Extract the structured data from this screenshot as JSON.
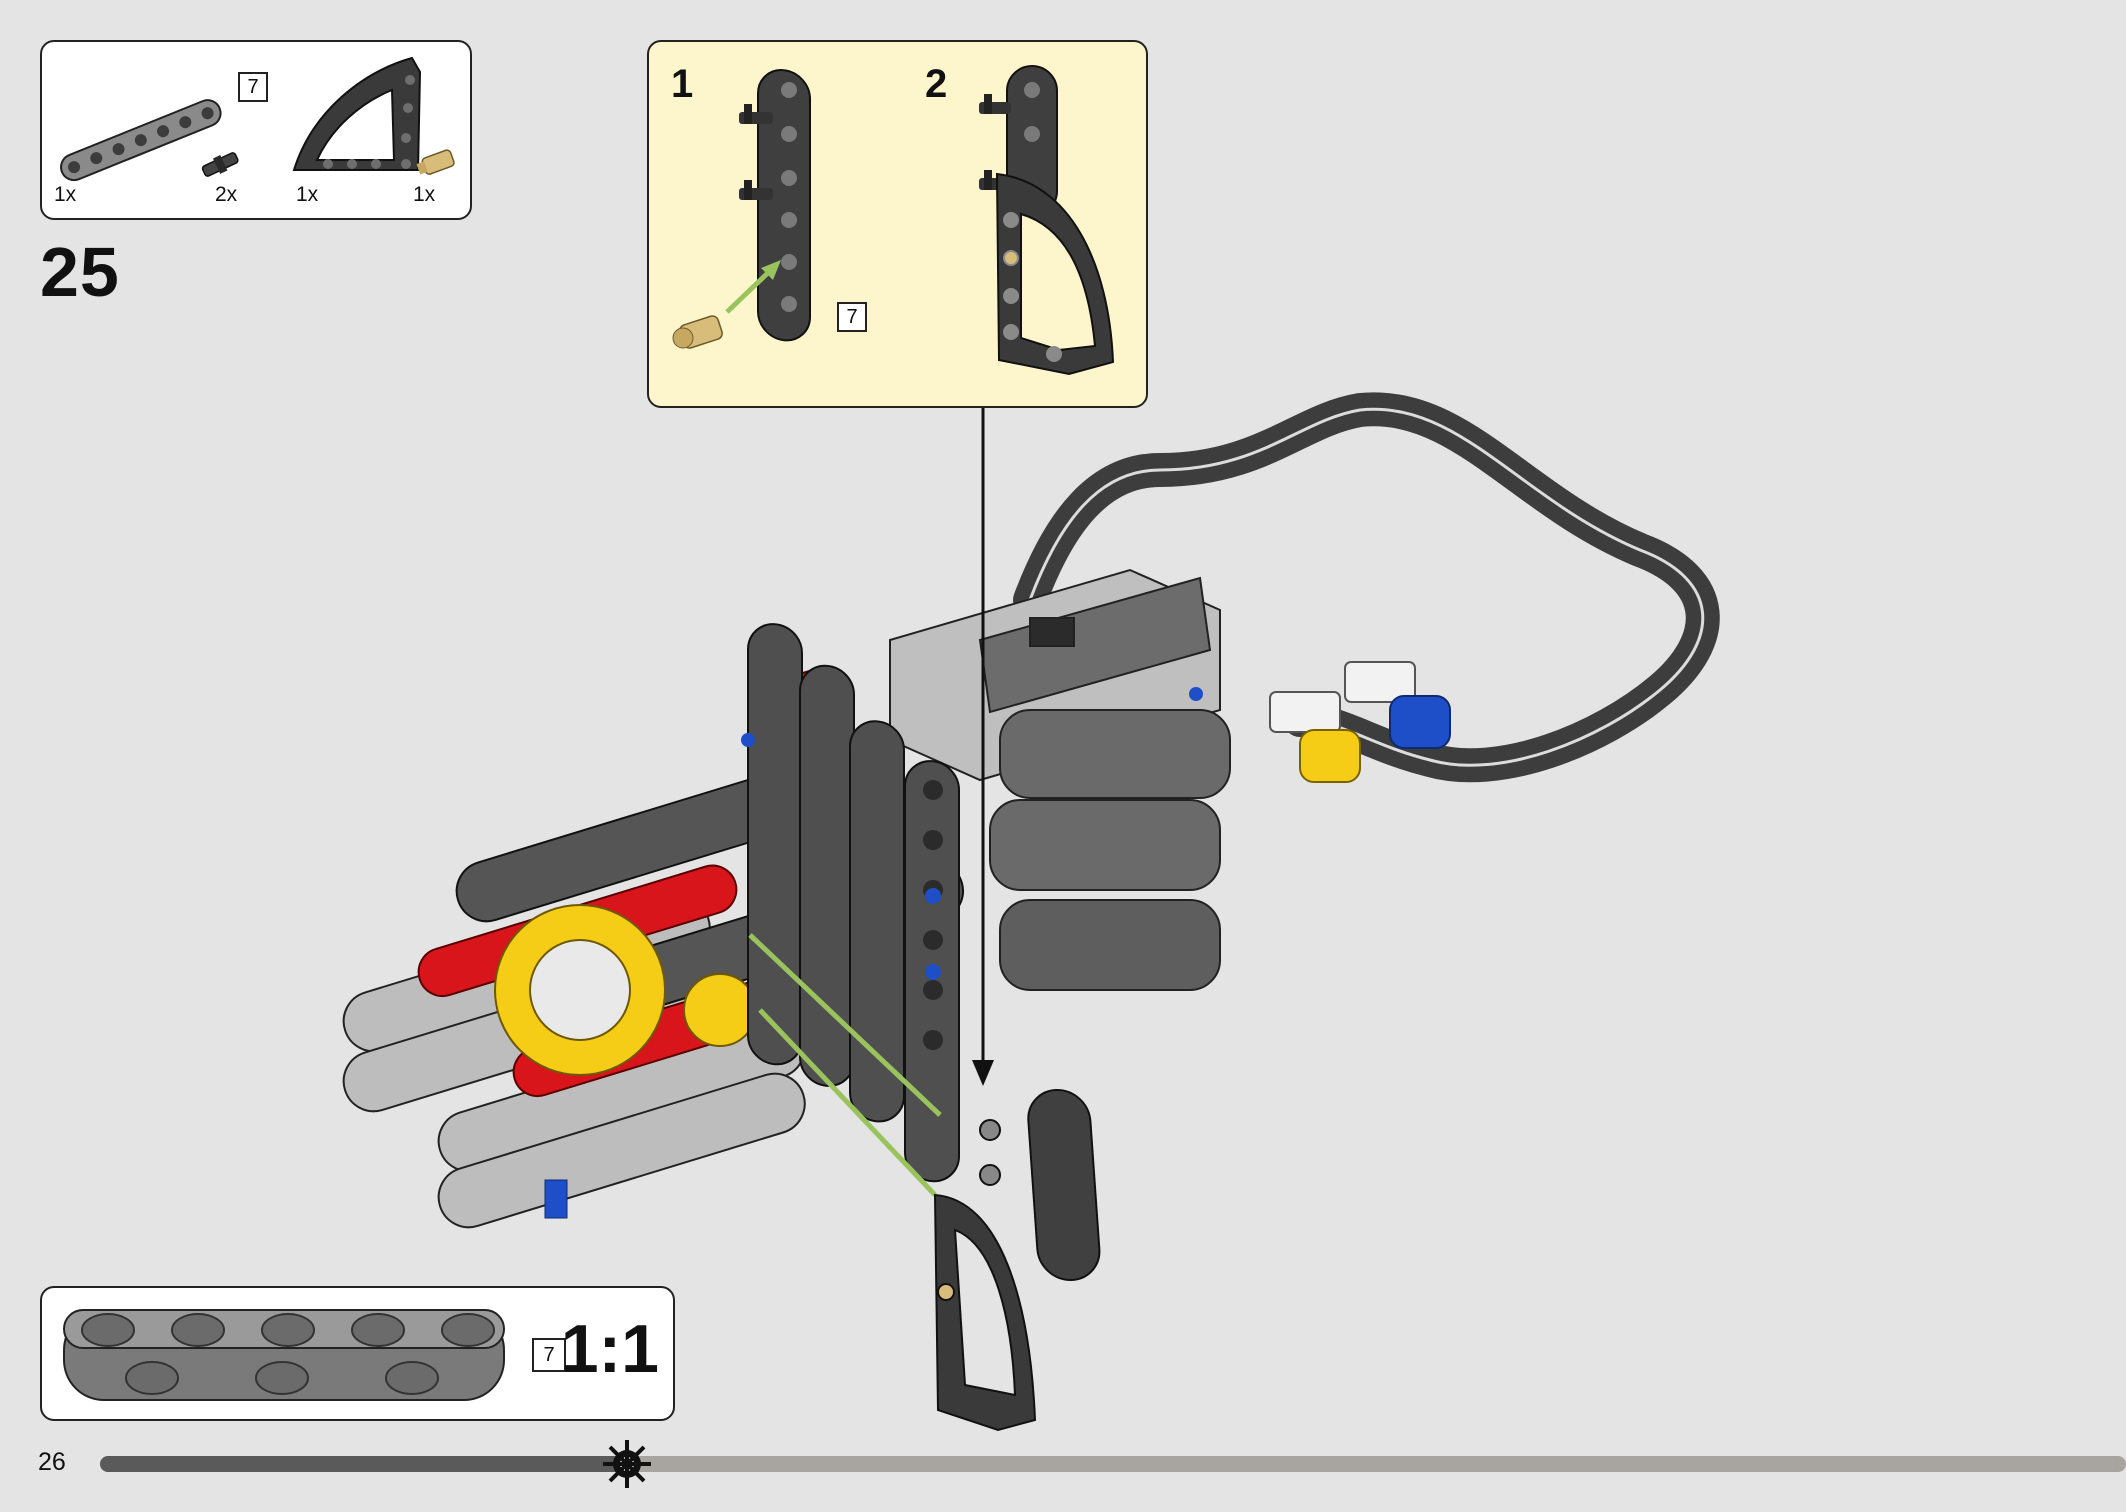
{
  "step": {
    "number": "25",
    "page_number": "26"
  },
  "parts_list": [
    {
      "quantity": "1x",
      "part": "gray-beam-7-icon",
      "length_label": "7"
    },
    {
      "quantity": "2x",
      "part": "black-friction-pin-icon"
    },
    {
      "quantity": "1x",
      "part": "black-frame-panel-icon"
    },
    {
      "quantity": "1x",
      "part": "tan-pin-icon"
    }
  ],
  "callout": {
    "substeps": [
      {
        "number": "1",
        "length_label": "7"
      },
      {
        "number": "2"
      }
    ]
  },
  "scale_reference": {
    "length_label": "7",
    "scale_text": "1:1"
  },
  "progress": {
    "fraction": 0.26
  },
  "colors": {
    "background": "#e4e4e4",
    "callout_background": "#fdf6cc",
    "dark_gray": "#505050",
    "light_gray": "#bdbdbd",
    "red": "#d9151c",
    "yellow": "#f5cd17",
    "blue": "#1f4fc8",
    "green_arrow": "#9ac25d"
  }
}
